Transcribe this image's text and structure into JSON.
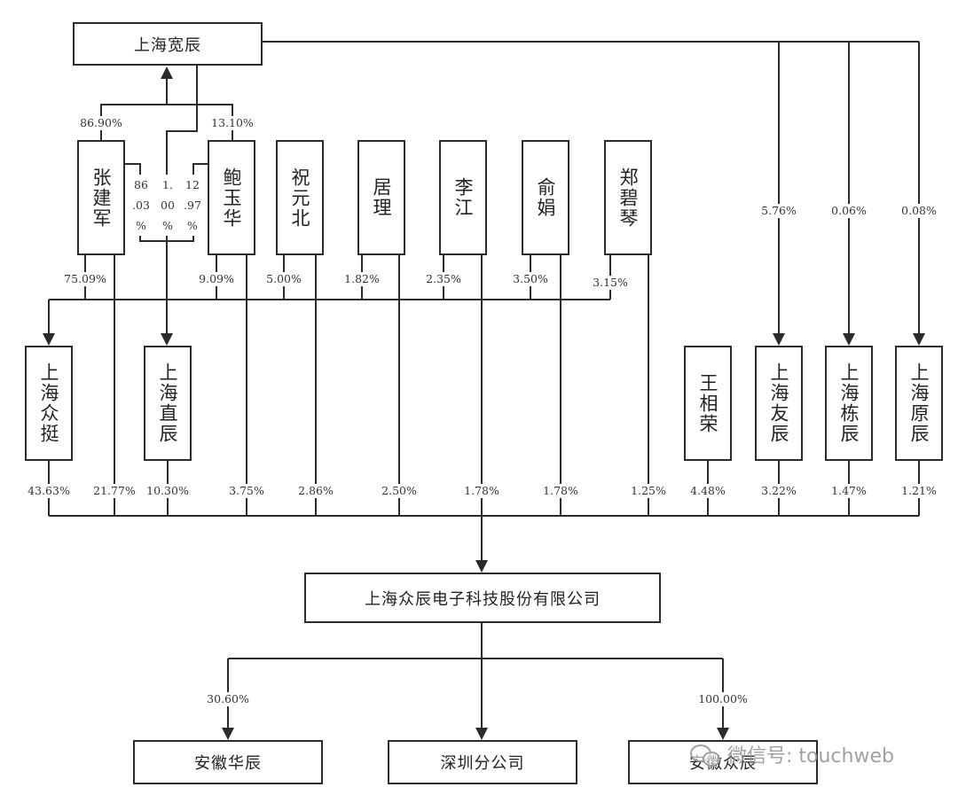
{
  "entities": {
    "kuanchen": "上海宽辰",
    "zhang_jianjun": "张建军",
    "bao_yuhua": "鲍玉华",
    "zhu_yuanbei": "祝元北",
    "ju_li": "居理",
    "li_jiang": "李江",
    "yu_juan": "俞娟",
    "zheng_biqin": "郑碧琴",
    "zhongting": "上海众挺",
    "zhichen": "上海直辰",
    "wang_xiangrong": "王相荣",
    "youchen": "上海友辰",
    "dongchen": "上海栋辰",
    "yuanchen": "上海原辰",
    "company": "上海众辰电子科技股份有限公司",
    "anhui_huachen": "安徽华辰",
    "shenzhen_branch": "深圳分公司",
    "anhui_zhongchen": "安徽众辰"
  },
  "kuanchen_shares": {
    "zhang_jianjun": "86.90%",
    "bao_yuhua": "13.10%",
    "kuanchen_to_youchen": "5.76%",
    "kuanchen_to_dongchen": "0.06%",
    "kuanchen_to_yuanchen": "0.08%"
  },
  "zhichen_shares": {
    "zhang_jianjun": [
      "86",
      ".03",
      "%"
    ],
    "kuanchen": [
      "1.",
      "00",
      "%"
    ],
    "bao_yuhua": [
      "12",
      ".97",
      "%"
    ]
  },
  "zhongting_shares": {
    "zhang_jianjun": "75.09%",
    "bao_yuhua": "9.09%",
    "zhu_yuanbei": "5.00%",
    "ju_li": "1.82%",
    "li_jiang": "2.35%",
    "yu_juan": "3.50%",
    "zheng_biqin": "3.15%"
  },
  "company_shares": {
    "zhongting": "43.63%",
    "zhang_jianjun": "21.77%",
    "zhichen": "10.30%",
    "bao_yuhua": "3.75%",
    "zhu_yuanbei": "2.86%",
    "ju_li": "2.50%",
    "li_jiang": "1.78%",
    "yu_juan": "1.78%",
    "zheng_biqin": "1.25%",
    "wang_xiangrong": "4.48%",
    "youchen": "3.22%",
    "dongchen": "1.47%",
    "yuanchen": "1.21%"
  },
  "subsidiary_shares": {
    "anhui_huachen": "30.60%",
    "anhui_zhongchen": "100.00%"
  },
  "watermark": {
    "text": "微信号: touchweb",
    "icon": "wechat-icon"
  }
}
